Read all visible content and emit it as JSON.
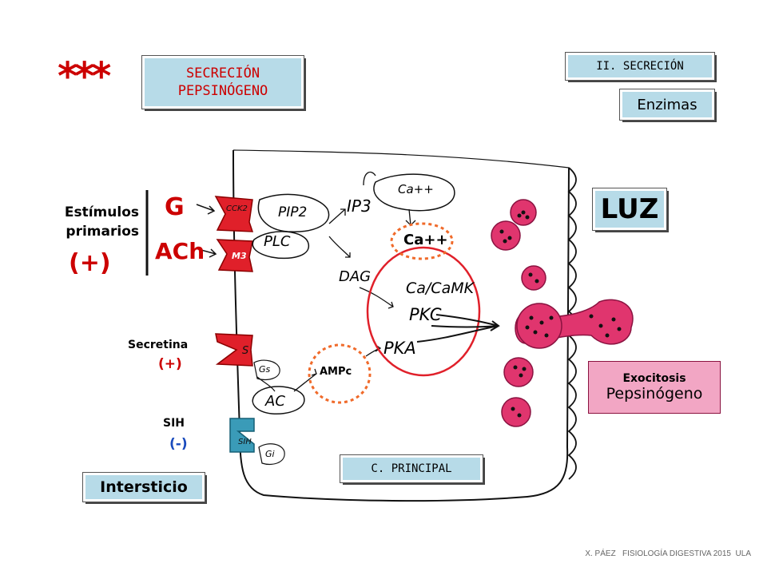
{
  "header": {
    "stars": "***",
    "title_line1": "SECRECIÓN",
    "title_line2": "PEPSINÓGENO",
    "section": "II. SECRECIÓN",
    "subsection": "Enzimas"
  },
  "left": {
    "stimuli_line1": "Estímulos",
    "stimuli_line2": "primarios",
    "stimuli_sign": "(+)",
    "g_label": "G",
    "ach_label": "ACh",
    "secretin_label": "Secretina",
    "secretin_sign": "(+)",
    "sih_label": "SIH",
    "sih_sign": "(-)",
    "interstitium": "Intersticio"
  },
  "cell": {
    "receptor_cck": "CCK2",
    "receptor_m3": "M3",
    "receptor_s": "S",
    "receptor_sih": "SIH",
    "gs": "Gs",
    "gi": "Gi",
    "pip2": "PIP2",
    "plc": "PLC",
    "ip3": "IP3",
    "ca_store": "Ca++",
    "dag": "DAG",
    "ca_free": "Ca++",
    "cacamk": "Ca/CaMK",
    "pkc": "PKC",
    "ampc": "AMPc",
    "pka": "PKA",
    "ac": "AC",
    "cell_name": "C. PRINCIPAL"
  },
  "right": {
    "lumen": "LUZ",
    "exocytosis_line1": "Exocitosis",
    "exocytosis_line2": "Pepsinógeno"
  },
  "footer": {
    "credit": "X. PÁEZ   FISIOLOGÍA DIGESTIVA 2015  ULA"
  },
  "colors": {
    "box_fill": "#b7dbe8",
    "red": "#cc0000",
    "receptor_red": "#e0202a",
    "receptor_blue": "#3a9bb8",
    "granule_pink": "#e0356e",
    "exocytosis_box": "#f2a6c4",
    "dashed_orange": "#f06a2a"
  }
}
